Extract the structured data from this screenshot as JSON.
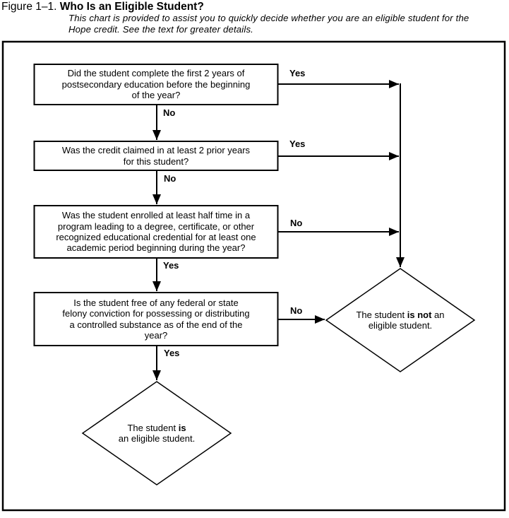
{
  "figure": {
    "label": "Figure 1–1.",
    "title": "Who Is an Eligible Student?",
    "subtitle_line1": "This chart is provided to assist you to quickly decide whether you are an eligible student for the",
    "subtitle_line2": "Hope credit. See the text for greater details."
  },
  "colors": {
    "ink": "#000000",
    "background": "#ffffff"
  },
  "flowchart": {
    "boxes": [
      {
        "lines": [
          "Did the student complete the first 2 years of",
          "postsecondary education before the beginning",
          "of the year?"
        ],
        "right_label": "Yes",
        "down_label": "No"
      },
      {
        "lines": [
          "Was the credit claimed in at least 2 prior years",
          "for this student?"
        ],
        "right_label": "Yes",
        "down_label": "No"
      },
      {
        "lines": [
          "Was the student enrolled at least half time in a",
          "program leading to a degree, certificate, or other",
          "recognized educational credential for at least one",
          "academic period beginning during the year?"
        ],
        "right_label": "No",
        "down_label": "Yes"
      },
      {
        "lines": [
          "Is the student free of any federal or state",
          "felony conviction for possessing or distributing",
          "a controlled substance as of the end of the",
          "year?"
        ],
        "right_label": "No",
        "down_label": "Yes"
      }
    ],
    "outcomes": {
      "not_eligible": {
        "line1_pre": "The student ",
        "line1_bold": "is not",
        "line1_post": " an",
        "line2": "eligible student."
      },
      "eligible": {
        "line1_pre": "The student ",
        "line1_bold": "is",
        "line2": "an eligible student."
      }
    }
  }
}
